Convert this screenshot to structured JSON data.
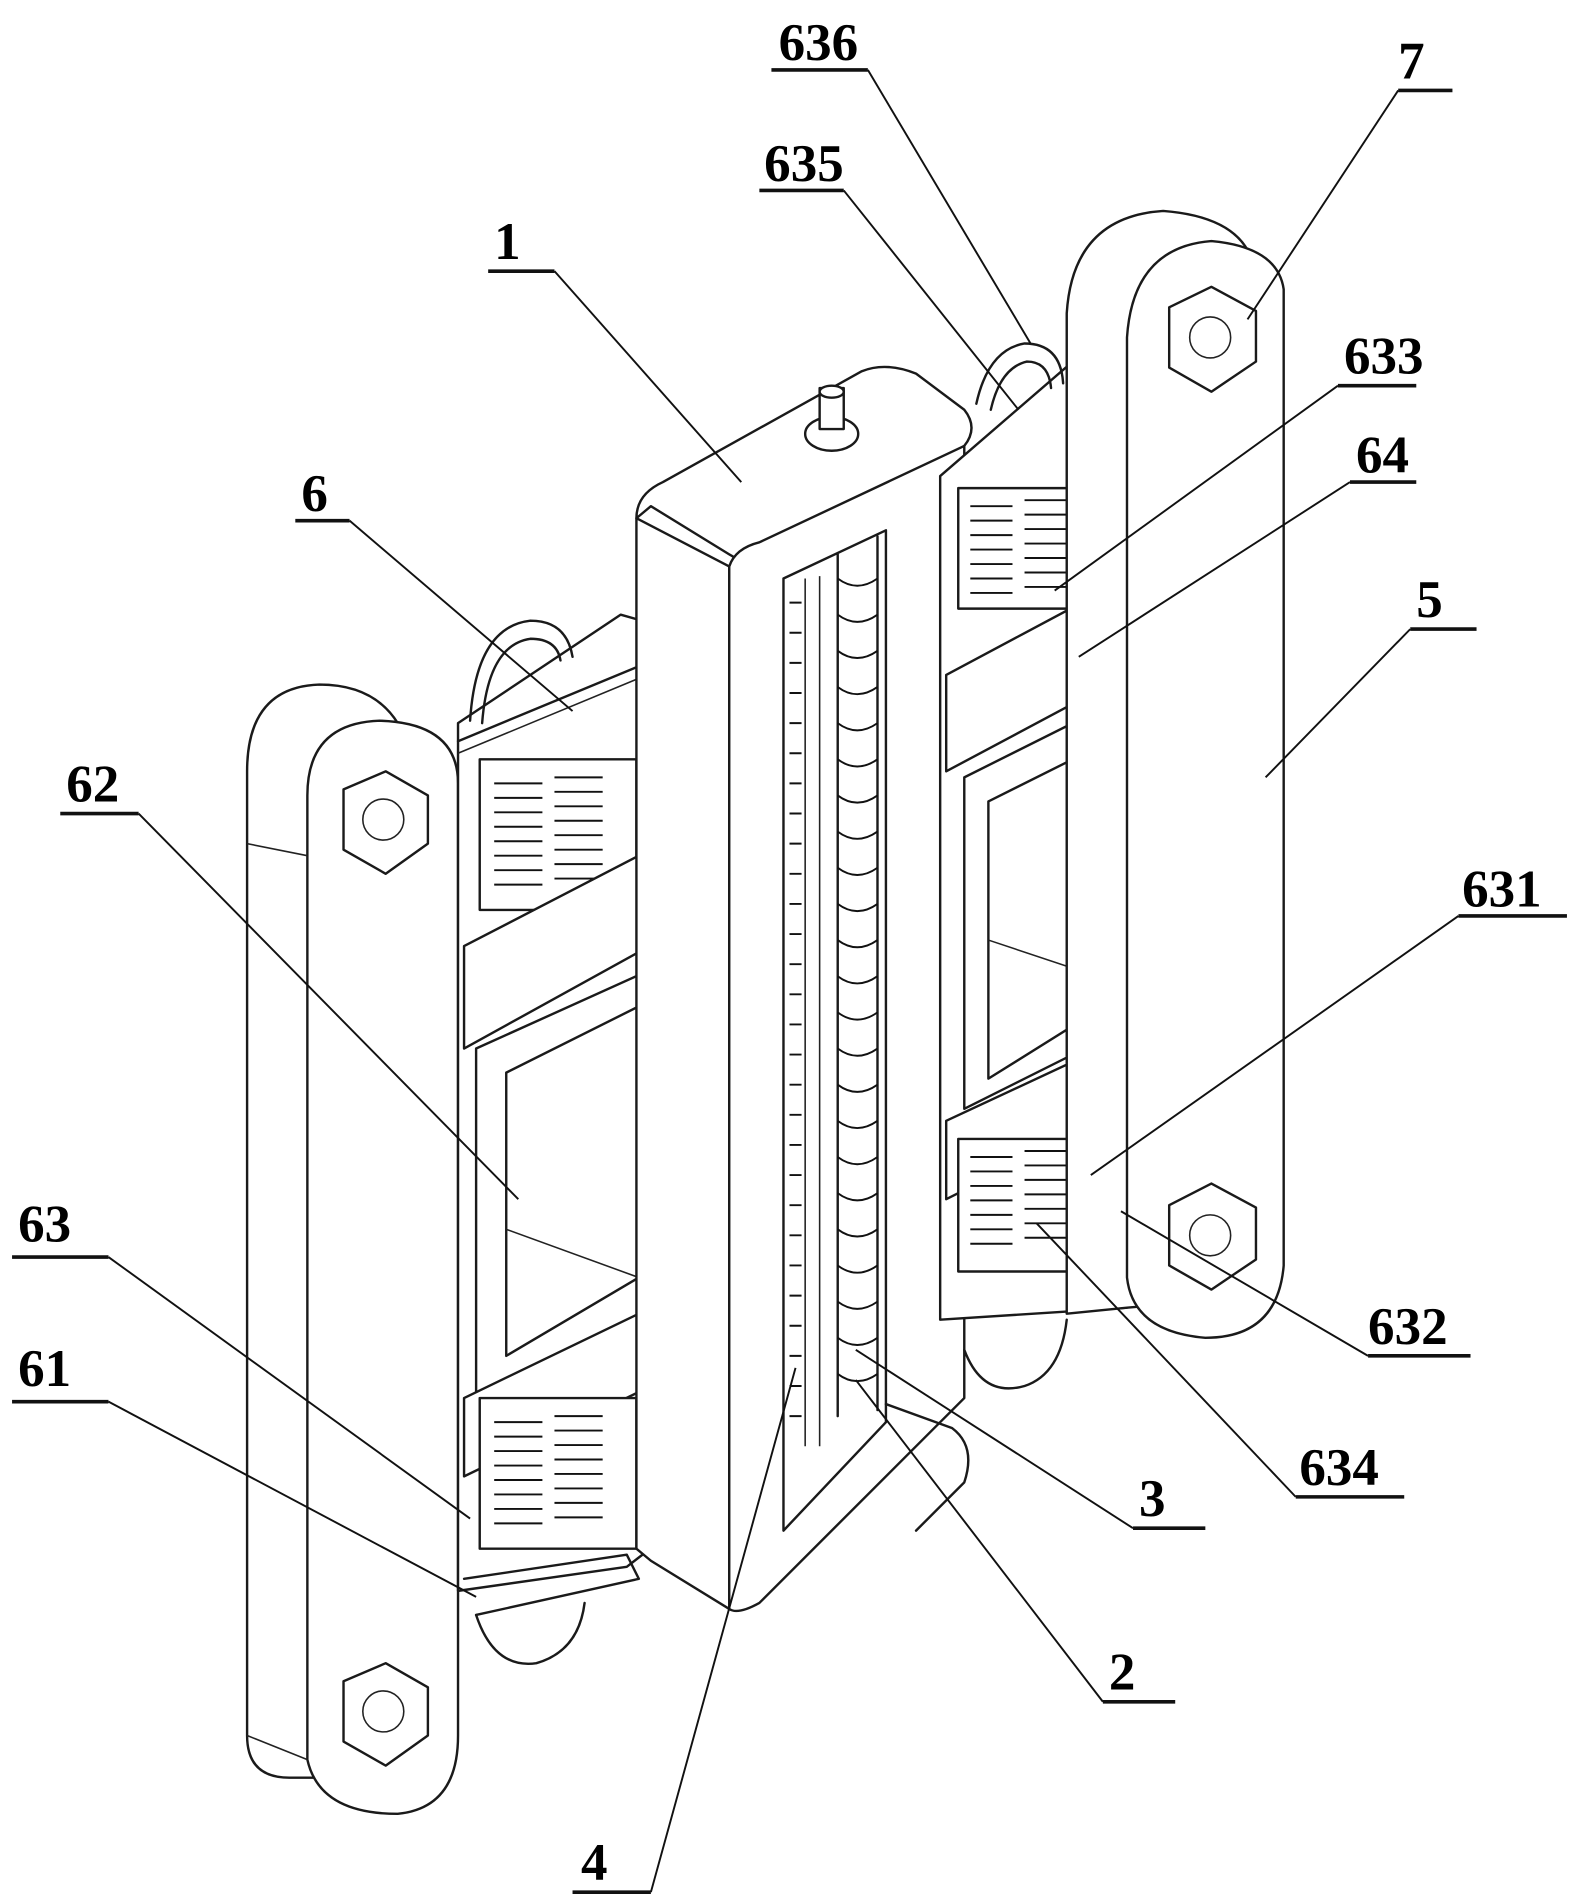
{
  "figure": {
    "type": "patent-perspective-drawing",
    "labels": [
      {
        "id": "636",
        "text": "636"
      },
      {
        "id": "7",
        "text": "7"
      },
      {
        "id": "635",
        "text": "635"
      },
      {
        "id": "1",
        "text": "1"
      },
      {
        "id": "633",
        "text": "633"
      },
      {
        "id": "64",
        "text": "64"
      },
      {
        "id": "6",
        "text": "6"
      },
      {
        "id": "5",
        "text": "5"
      },
      {
        "id": "62",
        "text": "62"
      },
      {
        "id": "631",
        "text": "631"
      },
      {
        "id": "63",
        "text": "63"
      },
      {
        "id": "632",
        "text": "632"
      },
      {
        "id": "61",
        "text": "61"
      },
      {
        "id": "634",
        "text": "634"
      },
      {
        "id": "3",
        "text": "3"
      },
      {
        "id": "2",
        "text": "2"
      },
      {
        "id": "4",
        "text": "4"
      }
    ],
    "colors": {
      "line": "#1a1a1a",
      "background": "#ffffff"
    }
  }
}
